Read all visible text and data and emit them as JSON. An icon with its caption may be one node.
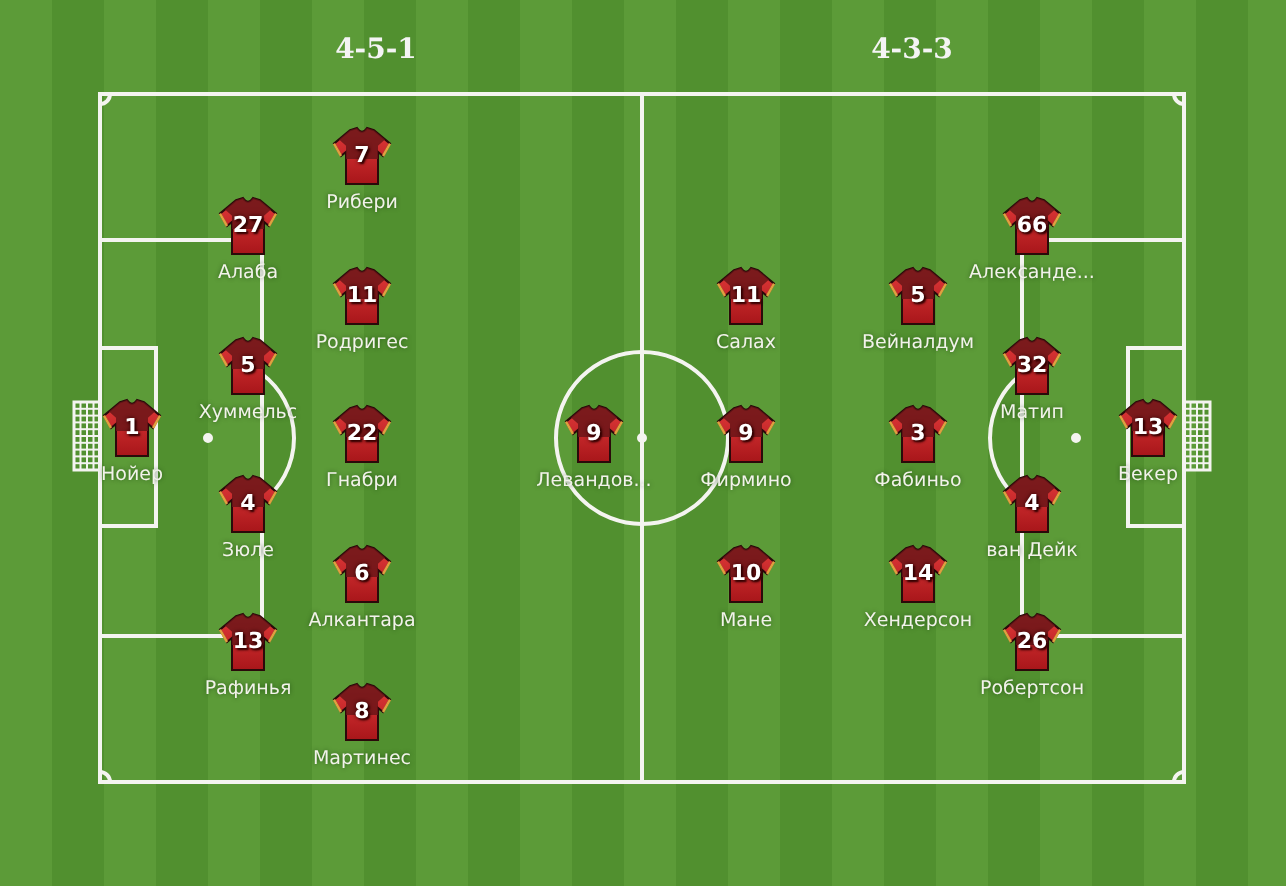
{
  "diagram": {
    "nodes": [
      {
        "text": [
          "1",
          "Нойер"
        ]
      },
      {
        "text": [
          "27",
          "Алаба"
        ]
      },
      {
        "text": [
          "5",
          "Хуммельс"
        ]
      },
      {
        "text": [
          "4",
          "Зюле"
        ]
      },
      {
        "text": [
          "13",
          "Рафинья"
        ]
      },
      {
        "text": [
          "7",
          "Рибери"
        ]
      },
      {
        "text": [
          "11",
          "Родригес"
        ]
      },
      {
        "text": [
          "22",
          "Гнабри"
        ]
      },
      {
        "text": [
          "6",
          "Алкантара"
        ]
      },
      {
        "text": [
          "8",
          "Мартинес"
        ]
      },
      {
        "text": [
          "9",
          "Левандов..."
        ]
      },
      {
        "text": [
          "11",
          "Салах"
        ]
      },
      {
        "text": [
          "9",
          "Фирмино"
        ]
      },
      {
        "text": [
          "10",
          "Мане"
        ]
      },
      {
        "text": [
          "5",
          "Вейналдум"
        ]
      },
      {
        "text": [
          "3",
          "Фабиньо"
        ]
      },
      {
        "text": [
          "14",
          "Хендерсон"
        ]
      },
      {
        "text": [
          "66",
          "Александе..."
        ]
      },
      {
        "text": [
          "32",
          "Матип"
        ]
      },
      {
        "text": [
          "4",
          "ван Дейк"
        ]
      },
      {
        "text": [
          "26",
          "Робертсон"
        ]
      },
      {
        "text": [
          "13",
          "Бекер"
        ]
      }
    ],
    "labels": [
      "4-5-1",
      "4-3-3"
    ]
  }
}
